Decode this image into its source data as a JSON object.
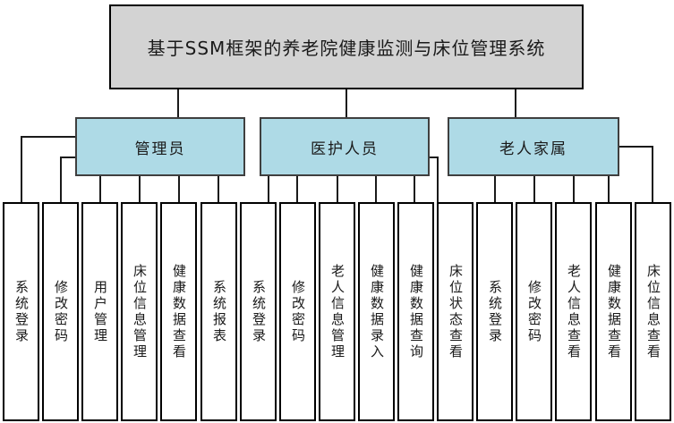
{
  "diagram": {
    "title": "基于SSM框架的养老院健康监测与床位管理系统",
    "roles": [
      {
        "label": "管理员",
        "children": [
          "系统登录",
          "修改密码",
          "用户管理",
          "床位信息管理",
          "健康数据查看",
          "系统报表"
        ]
      },
      {
        "label": "医护人员",
        "children": [
          "系统登录",
          "修改密码",
          "老人信息管理",
          "健康数据录入",
          "健康数据查询",
          "床位状态查看"
        ]
      },
      {
        "label": "老人家属",
        "children": [
          "系统登录",
          "修改密码",
          "老人信息查看",
          "健康数据查看",
          "床位信息查看"
        ]
      }
    ],
    "colors": {
      "root_fill": "#d3d3d3",
      "role_fill": "#aedae6",
      "leaf_fill": "#ffffff",
      "line": "#1a1a1a"
    }
  }
}
